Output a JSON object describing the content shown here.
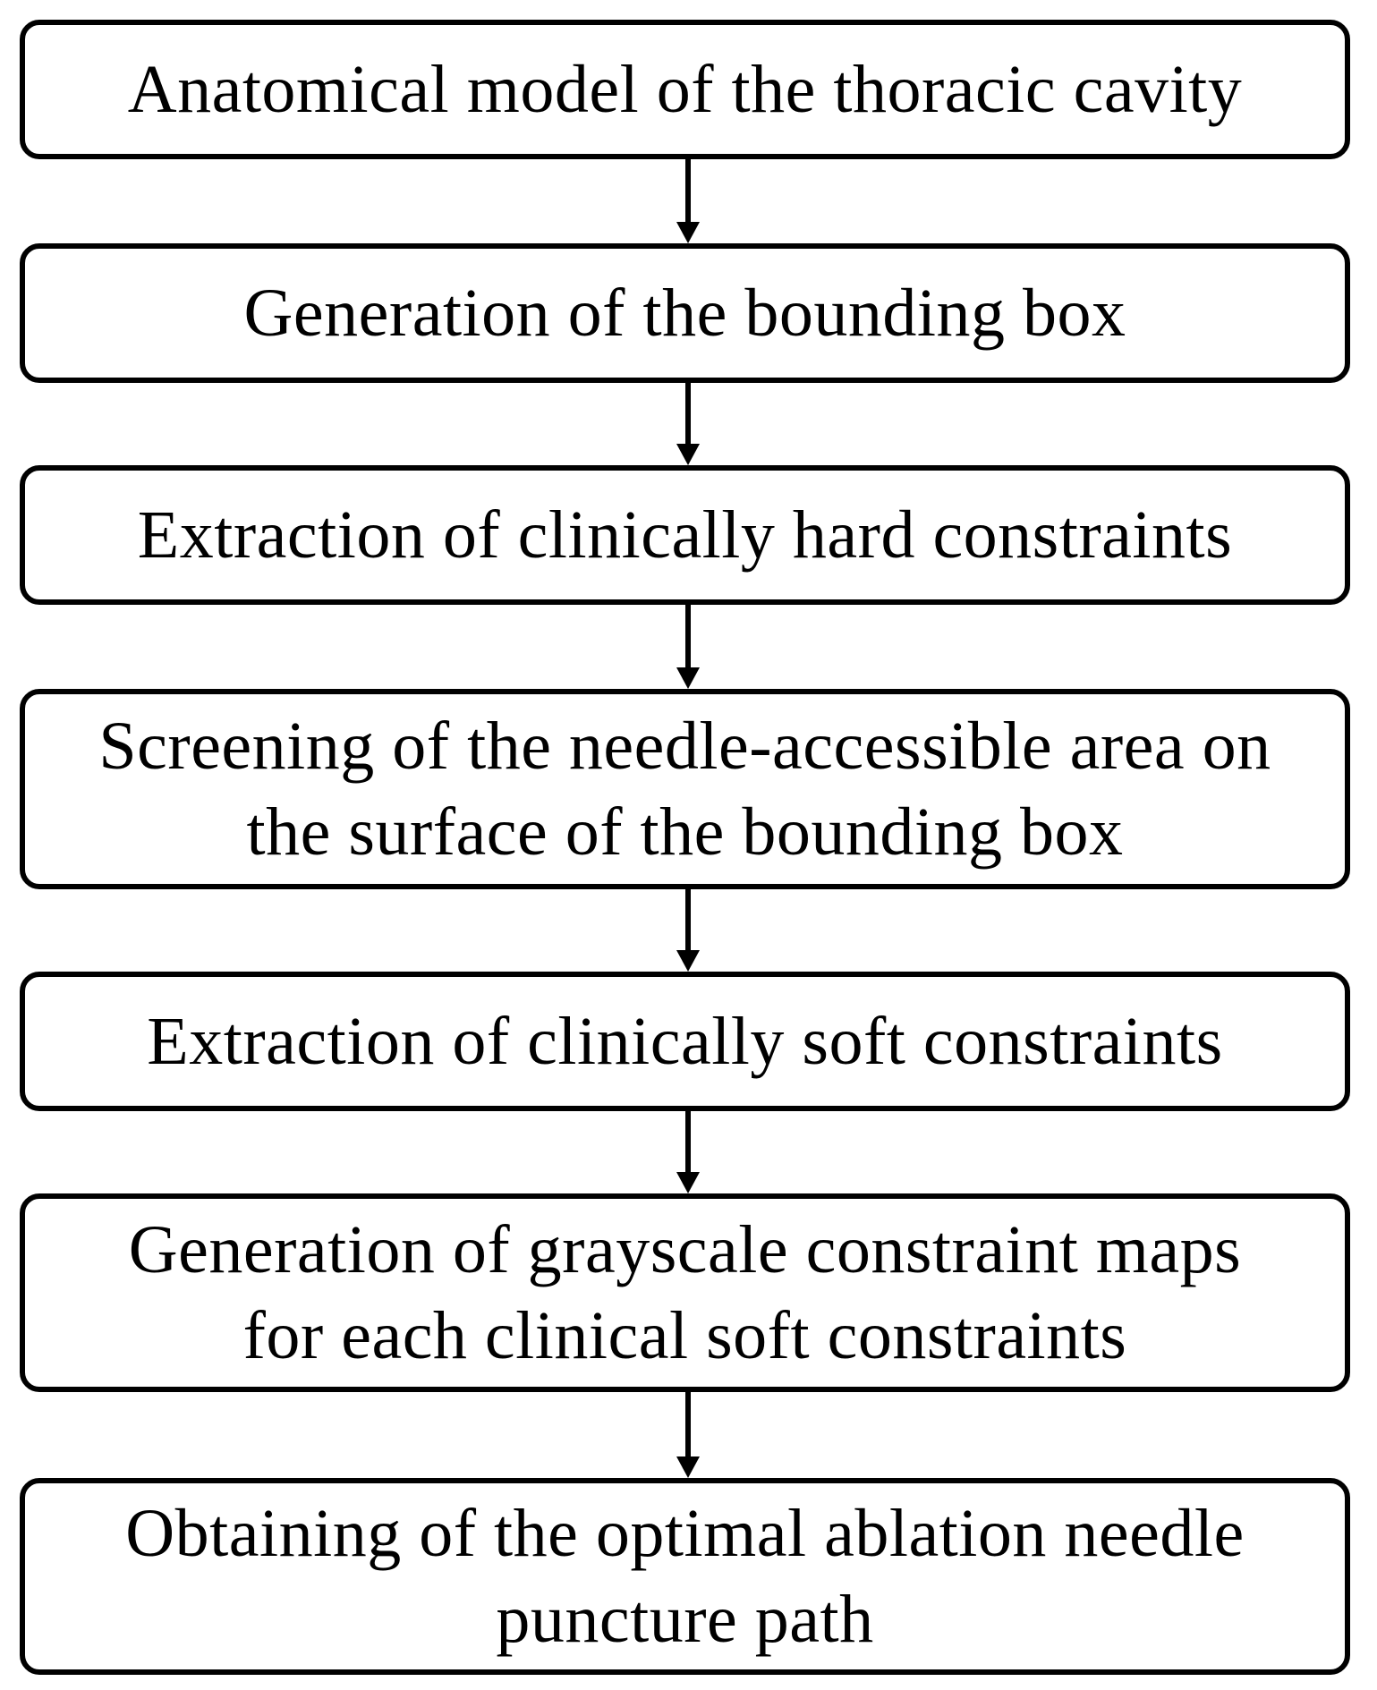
{
  "diagram": {
    "steps": [
      {
        "label": "Anatomical model of the thoracic cavity"
      },
      {
        "label": "Generation of the bounding box"
      },
      {
        "label": "Extraction of clinically hard constraints"
      },
      {
        "label": "Screening of the needle-accessible area on\nthe surface of the bounding box"
      },
      {
        "label": "Extraction of clinically soft constraints"
      },
      {
        "label": "Generation of grayscale constraint maps\nfor each clinical soft constraints"
      },
      {
        "label": "Obtaining of the optimal ablation needle\npuncture path"
      }
    ],
    "connectors": [
      {
        "from": 0,
        "to": 1
      },
      {
        "from": 1,
        "to": 2
      },
      {
        "from": 2,
        "to": 3
      },
      {
        "from": 3,
        "to": 4
      },
      {
        "from": 4,
        "to": 5
      },
      {
        "from": 5,
        "to": 6
      }
    ],
    "colors": {
      "stroke": "#000000",
      "fill": "#ffffff",
      "text": "#000000"
    }
  }
}
